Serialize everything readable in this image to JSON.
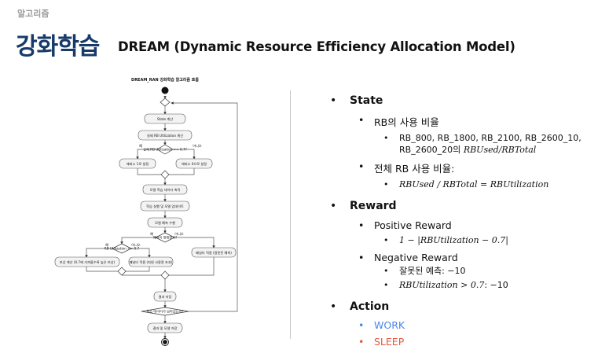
{
  "header": {
    "category": "알고리즘",
    "title_ko": "강화학습",
    "title_en": "DREAM (Dynamic Resource Efficiency Allocation Model)"
  },
  "flowchart": {
    "title": "DREAM_RAN 강화학습 알고리즘 흐름",
    "nodes": {
      "state": "State 계산",
      "rb_util": "실제 RB Utilization 계산",
      "cond1": "실제 RB Utilization >= 0.7?",
      "yes1": "예",
      "no1": "아니오",
      "action1": "에피소 1로 설정",
      "action0": "에피소 0으로 설정",
      "store": "모델 학습 데이터 축적",
      "train": "학습 실행 및 모델 업데이트",
      "predict": "모델 예측 수행",
      "cond2": "예측이 정확한가?",
      "yes2": "예",
      "no2": "아니오",
      "penalty_wrong": "페널티 적용 (잘못된 예측)",
      "cond3": "RB Utilization <= 0.7",
      "yes3": "예",
      "no3": "아니오",
      "reward": "보상 계산 (0.7에 가까울수록 높은 보상)",
      "penalty_over": "페널티 적용 (자원 사용량 초과)",
      "save_result": "결과 저장",
      "cond4": "학습 데이터가 남아있는가?",
      "final": "결과 및 모델 저장"
    }
  },
  "bullets": {
    "state": {
      "label": "State",
      "rb_ratio": "RB의 사용 비율",
      "rb_list_1": "RB_800, RB_1800, RB_2100, RB_2600_10,",
      "rb_list_2_prefix": "RB_2600_20의 ",
      "rb_list_2_math": "RBUsed/RBTotal",
      "total_ratio": "전체 RB 사용 비율:",
      "total_formula": "RBUsed / RBTotal  =  RBUtilization"
    },
    "reward": {
      "label": "Reward",
      "positive": "Positive Reward",
      "positive_formula": "1  −  |RBUtilization  −  0.7|",
      "negative": "Negative Reward",
      "negative_1": "잘못된 예측: −10",
      "negative_2_math": "RBUtilization  >  0.7",
      "negative_2_value": ": −10"
    },
    "action": {
      "label": "Action",
      "work": "WORK",
      "sleep": "SLEEP"
    }
  },
  "colors": {
    "title": "#173a6a",
    "work": "#4a86e8",
    "sleep": "#e8573c"
  }
}
